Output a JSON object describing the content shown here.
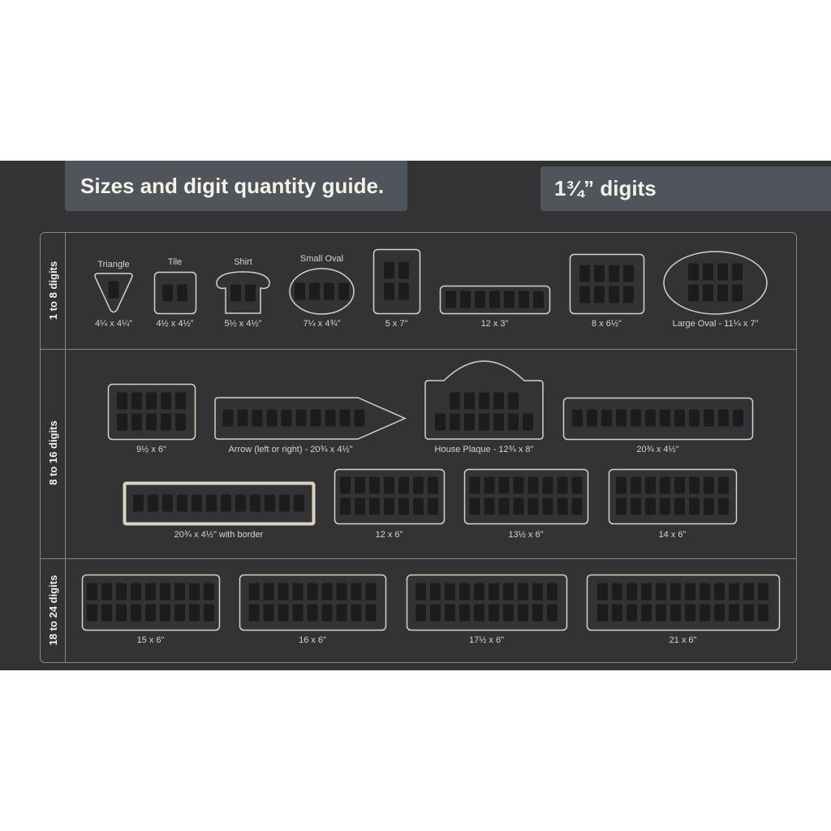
{
  "header": {
    "title": "Sizes and digit quantity guide.",
    "digit_size": "1¾” digits"
  },
  "colors": {
    "background": "#333335",
    "header": "#4f555a",
    "outline": "#d9d2c0",
    "digit": "#1c1c1e"
  },
  "sections": [
    {
      "label": "1 to 8 digits",
      "items": [
        {
          "name": "Triangle",
          "size": "4¼ x 4¼\"",
          "digit_rows": [
            1
          ]
        },
        {
          "name": "Tile",
          "size": "4½ x 4½\"",
          "digit_rows": [
            2
          ]
        },
        {
          "name": "Shirt",
          "size": "5½ x 4½\"",
          "digit_rows": [
            2
          ]
        },
        {
          "name": "Small Oval",
          "size": "7¼ x 4¾\"",
          "digit_rows": [
            4
          ]
        },
        {
          "size": "5 x 7\"",
          "digit_rows": [
            2,
            2
          ]
        },
        {
          "size": "12 x 3\"",
          "digit_rows": [
            7
          ]
        },
        {
          "size": "8 x 6½\"",
          "digit_rows": [
            4,
            4
          ]
        },
        {
          "size": "Large Oval - 11¼ x 7\"",
          "digit_rows": [
            4,
            4
          ]
        }
      ]
    },
    {
      "label": "8 to 16 digits",
      "items": [
        {
          "size": "9½ x 6\"",
          "digit_rows": [
            5,
            5
          ]
        },
        {
          "size": "Arrow (left or right) - 20¾ x 4½\"",
          "digit_rows": [
            10
          ]
        },
        {
          "size": "House Plaque - 12¾ x 8\"",
          "digit_rows": [
            5,
            7
          ]
        },
        {
          "size": "20¾ x 4½\"",
          "digit_rows": [
            12
          ]
        },
        {
          "size": "20¾ x 4½\" with border",
          "digit_rows": [
            12
          ]
        },
        {
          "size": "12 x 6\"",
          "digit_rows": [
            7,
            7
          ]
        },
        {
          "size": "13½ x 6\"",
          "digit_rows": [
            8,
            8
          ]
        },
        {
          "size": "14 x 6\"",
          "digit_rows": [
            8,
            8
          ]
        }
      ]
    },
    {
      "label": "18 to 24 digits",
      "items": [
        {
          "size": "15 x 6\"",
          "digit_rows": [
            9,
            9
          ]
        },
        {
          "size": "16 x 6\"",
          "digit_rows": [
            9,
            9
          ]
        },
        {
          "size": "17½ x 6\"",
          "digit_rows": [
            10,
            10
          ]
        },
        {
          "size": "21 x 6\"",
          "digit_rows": [
            12,
            12
          ]
        }
      ]
    }
  ]
}
